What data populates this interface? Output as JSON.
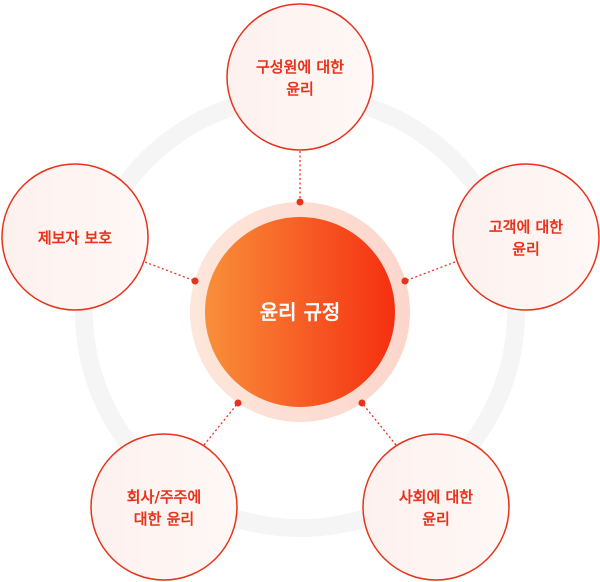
{
  "center": {
    "label": "윤리 규정"
  },
  "nodes": [
    {
      "line1": "구성원에 대한",
      "line2": "윤리"
    },
    {
      "line1": "고객에 대한",
      "line2": "윤리"
    },
    {
      "line1": "사회에 대한",
      "line2": "윤리"
    },
    {
      "line1": "회사/주주에",
      "line2": "대한 윤리"
    },
    {
      "line1": "제보자 보호",
      "line2": ""
    }
  ],
  "colors": {
    "accent": "#e8321c",
    "gradient_start": "#f98f3a",
    "gradient_end": "#f52f10",
    "ring": "#f5f5f5"
  }
}
